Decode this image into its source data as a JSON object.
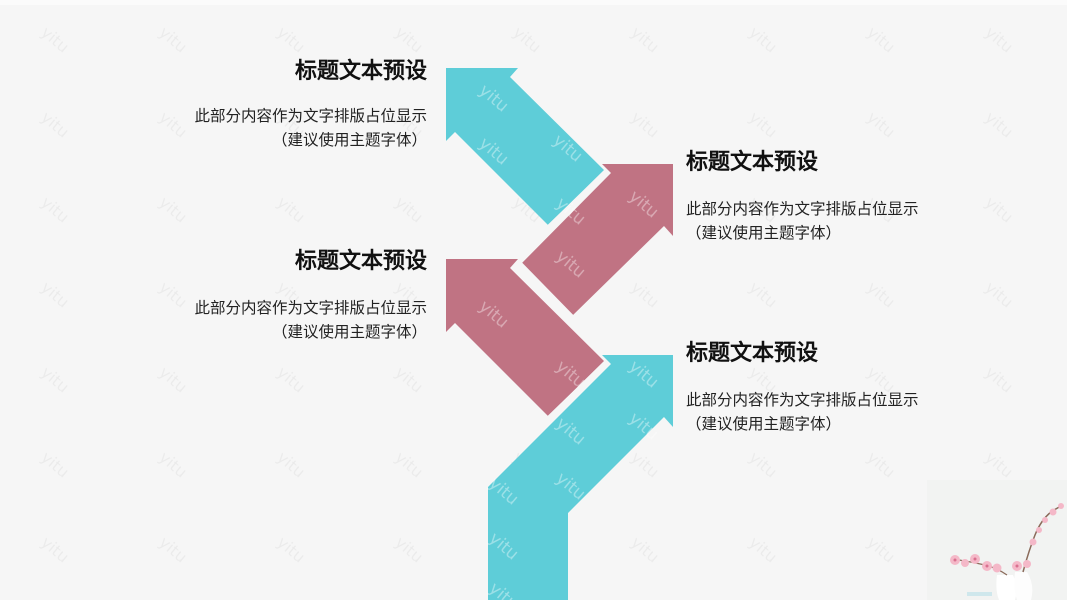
{
  "colors": {
    "background": "#f6f6f6",
    "cyan": "#5ecdd8",
    "rose": "#c07383",
    "title_text": "#111111",
    "body_text": "#222222"
  },
  "watermark_text": "yitu",
  "blocks": [
    {
      "position": "left-top",
      "title": "标题文本预设",
      "line1": "此部分内容作为文字排版占位显示",
      "line2": "（建议使用主题字体）"
    },
    {
      "position": "right-upper",
      "title": "标题文本预设",
      "line1": "此部分内容作为文字排版占位显示",
      "line2": "（建议使用主题字体）"
    },
    {
      "position": "left-middle",
      "title": "标题文本预设",
      "line1": "此部分内容作为文字排版占位显示",
      "line2": "（建议使用主题字体）"
    },
    {
      "position": "right-lower",
      "title": "标题文本预设",
      "line1": "此部分内容作为文字排版占位显示",
      "line2": "（建议使用主题字体）"
    }
  ],
  "arrows": [
    {
      "name": "cyan-arrow-up-left-top",
      "color": "cyan"
    },
    {
      "name": "rose-arrow-up-right-upper",
      "color": "rose"
    },
    {
      "name": "rose-arrow-up-left-middle",
      "color": "rose"
    },
    {
      "name": "cyan-arrow-bent-up-right-bottom",
      "color": "cyan"
    }
  ],
  "decoration": "cherry-blossom-vase"
}
